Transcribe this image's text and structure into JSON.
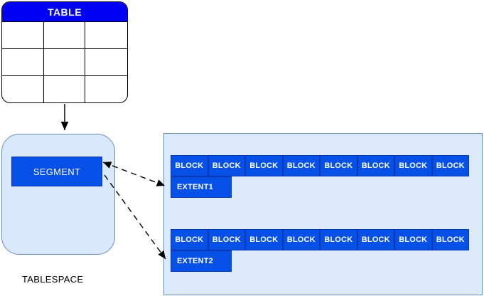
{
  "table": {
    "title": "TABLE",
    "rows": 3,
    "cols": 3
  },
  "tablespace": {
    "label": "TABLESPACE",
    "segment_label": "SEGMENT"
  },
  "extents": [
    {
      "label": "EXTENT1",
      "blocks": [
        "BLOCK",
        "BLOCK",
        "BLOCK",
        "BLOCK",
        "BLOCK",
        "BLOCK",
        "BLOCK",
        "BLOCK"
      ]
    },
    {
      "label": "EXTENT2",
      "blocks": [
        "BLOCK",
        "BLOCK",
        "BLOCK",
        "BLOCK",
        "BLOCK",
        "BLOCK",
        "BLOCK",
        "BLOCK"
      ]
    }
  ],
  "colors": {
    "table_header_blue": "#0000F2",
    "shape_blue": "#0550E6",
    "shape_border_blue": "#0537B0",
    "container_fill": "#DAE8FC",
    "container_border": "#6C8EBF",
    "panel_fill": "#DCE9F8",
    "connector_color": "#000000",
    "text_white": "#FFFFFF"
  }
}
